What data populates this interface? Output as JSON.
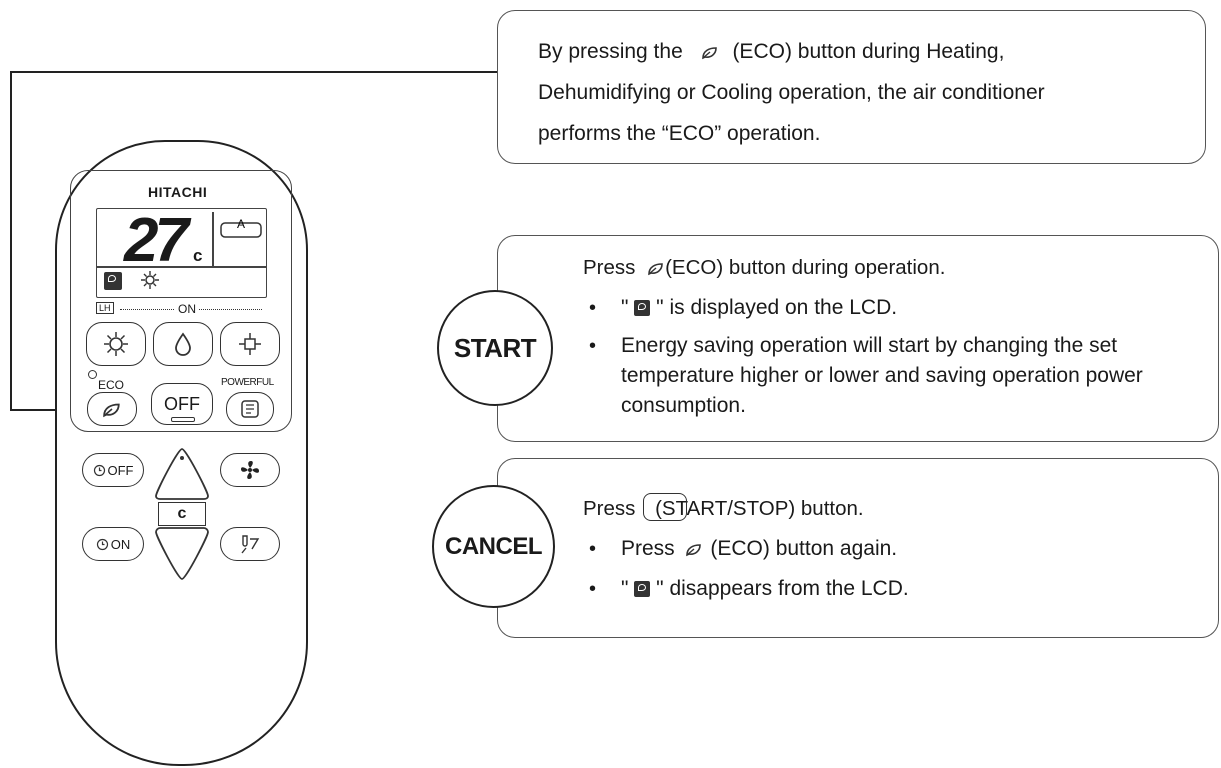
{
  "intro": {
    "text_before_icon": "By pressing the",
    "icon": "eco-leaf-icon",
    "text_after_icon": "(ECO) button during Heating,",
    "line2": "Dehumidifying or Cooling operation, the air conditioner",
    "line3": "performs the “ECO” operation."
  },
  "start_section": {
    "tag": "START",
    "title_prefix": "Press",
    "title_rest": "(ECO) button during operation.",
    "bullets": [
      {
        "before": "\"",
        "after": "\" is displayed on the LCD."
      },
      {
        "text": "Energy saving operation will start by changing the set temperature higher or lower and saving operation power consumption."
      }
    ]
  },
  "cancel_section": {
    "tag": "CANCEL",
    "title_prefix": "Press",
    "title_rest": "(START/STOP) button.",
    "bullets": [
      {
        "before": "Press",
        "after": "(ECO) button again."
      },
      {
        "before": "\"",
        "after": "\" disappears from the LCD."
      }
    ]
  },
  "remote": {
    "brand": "HITACHI",
    "lcd_temp": "27",
    "lcd_unit": "c",
    "on_label": "ON",
    "eco_label": "ECO",
    "powerful_label": "POWERFUL",
    "off_label": "OFF",
    "timer_off_label": "OFF",
    "timer_on_label": "ON",
    "temp_label": "c"
  }
}
